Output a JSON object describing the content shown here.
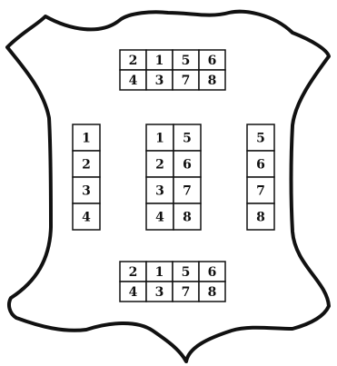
{
  "colors": {
    "stroke": "#111111",
    "fill": "#ffffff",
    "text": "#111111"
  },
  "grids": {
    "top": {
      "rows": [
        [
          "2",
          "1",
          "5",
          "6"
        ],
        [
          "4",
          "3",
          "7",
          "8"
        ]
      ]
    },
    "left": {
      "rows": [
        [
          "1"
        ],
        [
          "2"
        ],
        [
          "3"
        ],
        [
          "4"
        ]
      ]
    },
    "center": {
      "rows": [
        [
          "1",
          "5"
        ],
        [
          "2",
          "6"
        ],
        [
          "3",
          "7"
        ],
        [
          "4",
          "8"
        ]
      ]
    },
    "right": {
      "rows": [
        [
          "5"
        ],
        [
          "6"
        ],
        [
          "7"
        ],
        [
          "8"
        ]
      ]
    },
    "bottom": {
      "rows": [
        [
          "2",
          "1",
          "5",
          "6"
        ],
        [
          "4",
          "3",
          "7",
          "8"
        ]
      ]
    }
  }
}
